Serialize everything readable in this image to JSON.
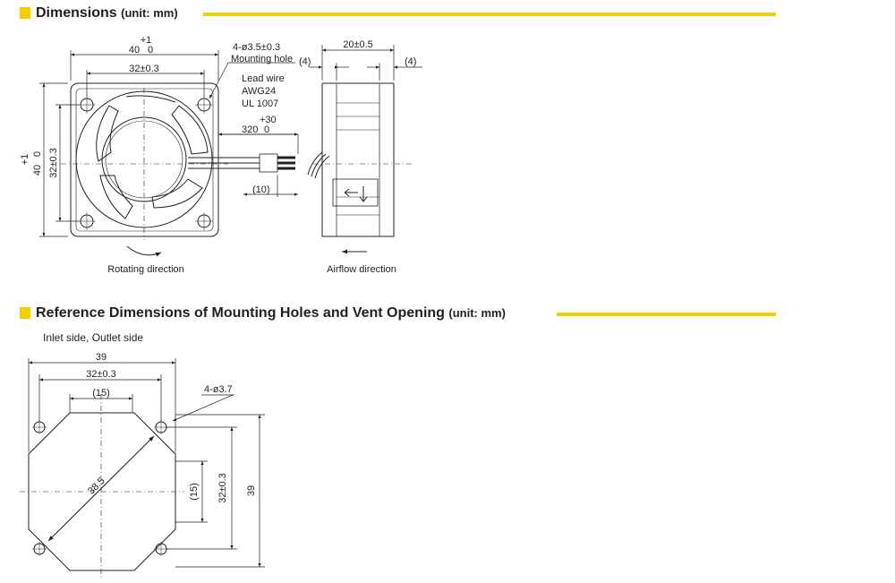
{
  "section1": {
    "title": "Dimensions",
    "unit": "(unit: mm)",
    "labels": {
      "width_tol_plus": "+1",
      "width_main": "40",
      "width_tol_minus": "0",
      "hole_pitch_h": "32±0.3",
      "height_tol_plus": "+1",
      "height_main": "40",
      "height_tol_minus": "0",
      "hole_pitch_v": "32±0.3",
      "mounting_hole_size": "4-ø3.5±0.3",
      "mounting_hole": "Mounting hole",
      "lead_wire": "Lead wire",
      "awg": "AWG24",
      "ul": "UL 1007",
      "lead_tol_plus": "+30",
      "lead_main": "320",
      "lead_tol_minus": "0",
      "strip_length": "(10)",
      "depth": "20±0.5",
      "edge_left": "(4)",
      "edge_right": "(4)",
      "rotating_direction": "Rotating direction",
      "airflow_direction": "Airflow direction"
    }
  },
  "section2": {
    "title": "Reference Dimensions of Mounting Holes and Vent Opening",
    "unit": "(unit: mm)",
    "subtitle": "Inlet side, Outlet side",
    "labels": {
      "outer_width": "39",
      "hole_pitch_h": "32±0.3",
      "center_width": "(15)",
      "hole_diameter": "4-ø3.7",
      "diagonal": "38.5",
      "center_height": "(15)",
      "hole_pitch_v": "32±0.3",
      "outer_height": "39"
    }
  },
  "colors": {
    "accent": "#f5cd00",
    "ink": "#231f20"
  }
}
